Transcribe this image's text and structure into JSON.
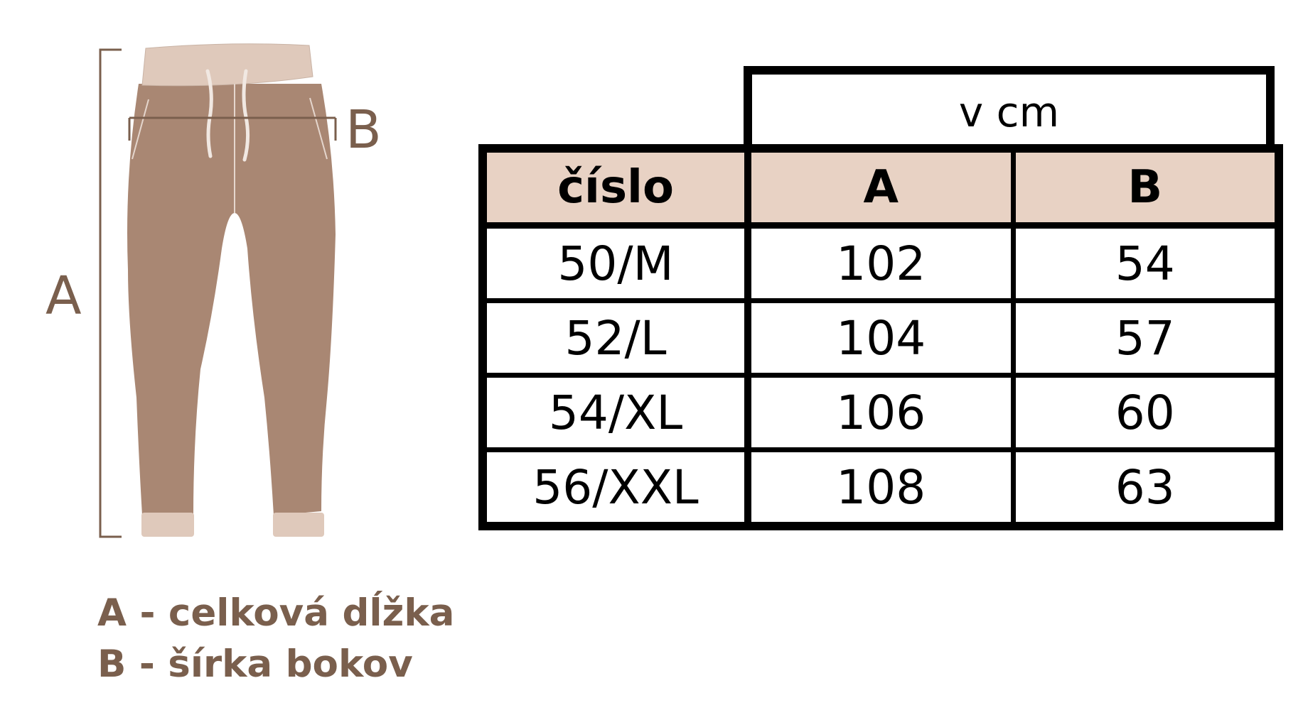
{
  "dimension_labels": {
    "a": "A",
    "b": "B"
  },
  "legend": {
    "a": "A - celková dĺžka",
    "b": "B - šírka bokov"
  },
  "table": {
    "unit_header": "v cm",
    "columns": [
      "číslo",
      "A",
      "B"
    ],
    "rows": [
      [
        "50/M",
        "102",
        "54"
      ],
      [
        "52/L",
        "104",
        "57"
      ],
      [
        "54/XL",
        "106",
        "60"
      ],
      [
        "56/XXL",
        "108",
        "63"
      ]
    ]
  },
  "colors": {
    "pants": "#a98773",
    "waistband": "#dfc9bb",
    "measure_lines": "#7a5f4d",
    "header_fill": "#e8d2c4"
  }
}
